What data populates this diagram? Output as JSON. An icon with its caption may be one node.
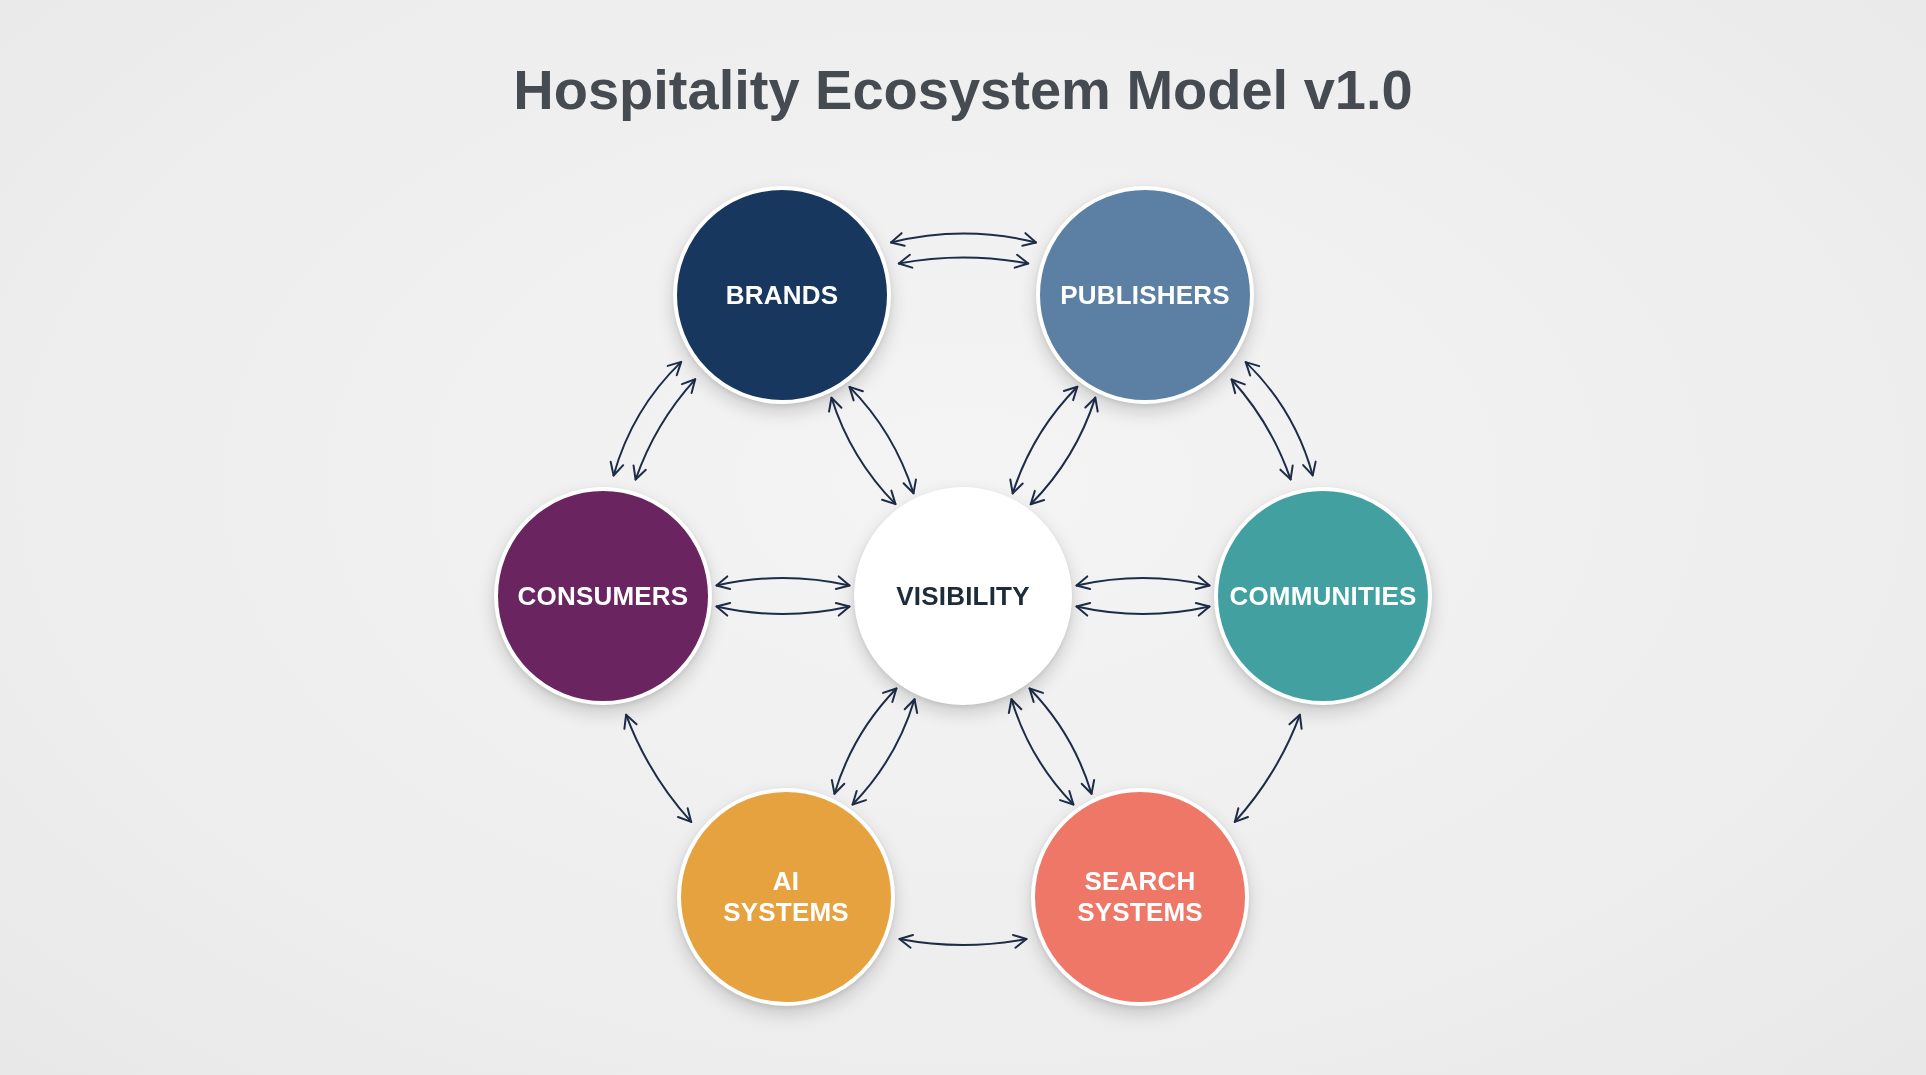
{
  "diagram": {
    "title": "Hospitality Ecosystem Model v1.0",
    "nodes": [
      {
        "text": [
          "BRANDS"
        ]
      },
      {
        "text": [
          "PUBLISHERS"
        ]
      },
      {
        "text": [
          "CONSUMERS"
        ]
      },
      {
        "text": [
          "VISIBILITY"
        ]
      },
      {
        "text": [
          "COMMUNITIES"
        ]
      },
      {
        "text": [
          "AI SYSTEMS"
        ]
      },
      {
        "text": [
          "SEARCH SYSTEMS"
        ]
      }
    ],
    "edges": [
      {
        "from": 0,
        "to": 1,
        "arrow": "both"
      },
      {
        "from": 0,
        "to": 1,
        "arrow": "both"
      },
      {
        "from": 0,
        "to": 2,
        "arrow": "both"
      },
      {
        "from": 0,
        "to": 2,
        "arrow": "both"
      },
      {
        "from": 0,
        "to": 3,
        "arrow": "both"
      },
      {
        "from": 0,
        "to": 3,
        "arrow": "both"
      },
      {
        "from": 1,
        "to": 3,
        "arrow": "both"
      },
      {
        "from": 1,
        "to": 3,
        "arrow": "both"
      },
      {
        "from": 1,
        "to": 4,
        "arrow": "both"
      },
      {
        "from": 1,
        "to": 4,
        "arrow": "both"
      },
      {
        "from": 2,
        "to": 3,
        "arrow": "both"
      },
      {
        "from": 2,
        "to": 3,
        "arrow": "both"
      },
      {
        "from": 3,
        "to": 4,
        "arrow": "both"
      },
      {
        "from": 3,
        "to": 4,
        "arrow": "both"
      },
      {
        "from": 2,
        "to": 5,
        "arrow": "both"
      },
      {
        "from": 3,
        "to": 5,
        "arrow": "both"
      },
      {
        "from": 3,
        "to": 5,
        "arrow": "both"
      },
      {
        "from": 3,
        "to": 6,
        "arrow": "both"
      },
      {
        "from": 3,
        "to": 6,
        "arrow": "both"
      },
      {
        "from": 4,
        "to": 6,
        "arrow": "both"
      },
      {
        "from": 5,
        "to": 6,
        "arrow": "both"
      }
    ]
  }
}
